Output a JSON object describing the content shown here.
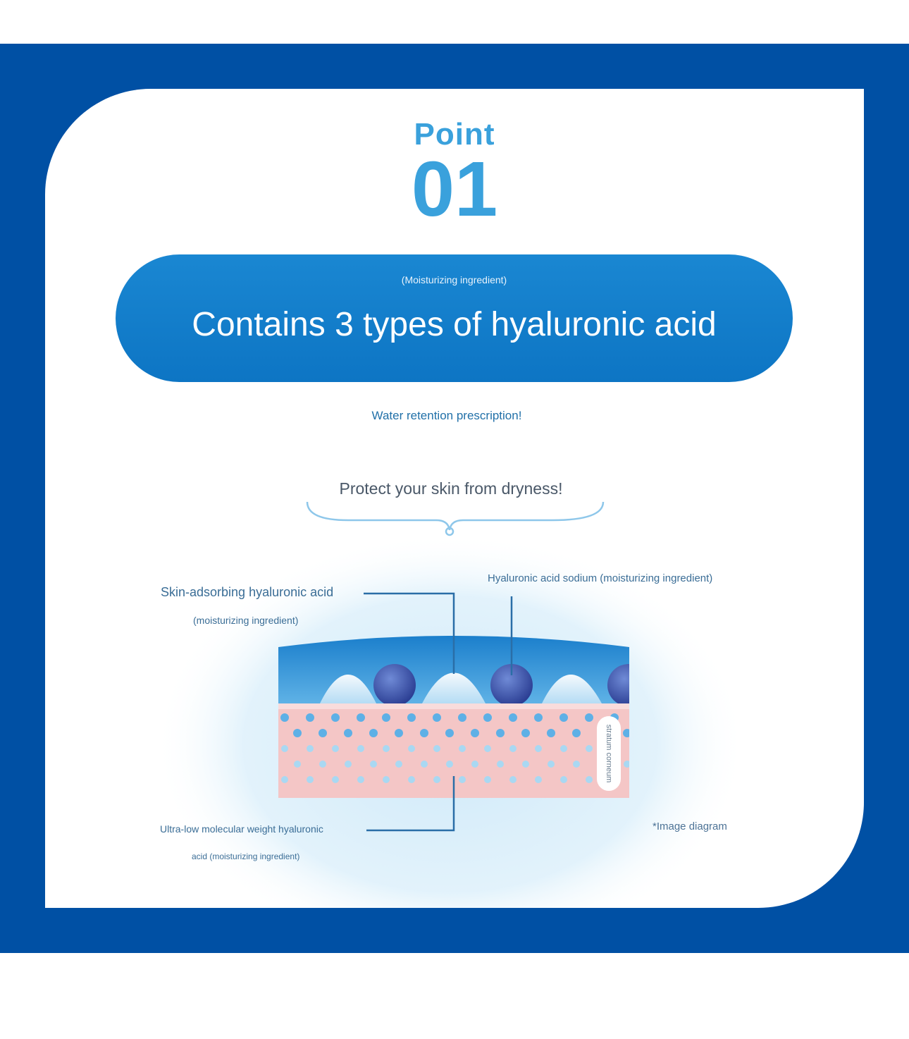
{
  "header": {
    "point_word": "Point",
    "point_number": "01"
  },
  "banner": {
    "subtitle": "(Moisturizing ingredient)",
    "title": "Contains 3 types of hyaluronic acid"
  },
  "tagline": "Water retention prescription!",
  "heading": "Protect your skin from dryness!",
  "diagram": {
    "label_skin_adsorbing": "Skin-adsorbing hyaluronic acid",
    "label_skin_adsorbing_note": "(moisturizing ingredient)",
    "label_sodium": "Hyaluronic acid sodium (moisturizing ingredient)",
    "label_ultra_low": "Ultra-low molecular weight hyaluronic",
    "label_ultra_low_note": "acid (moisturizing ingredient)",
    "layer_label": "stratum corneum",
    "footnote": "*Image diagram"
  },
  "colors": {
    "band": "#0050a4",
    "accent": "#3aa1dc",
    "pill": "#0d75c4",
    "skin": "#f3c3c3",
    "dot": "#7cc3ea",
    "sphere": "#3f5bb0"
  }
}
